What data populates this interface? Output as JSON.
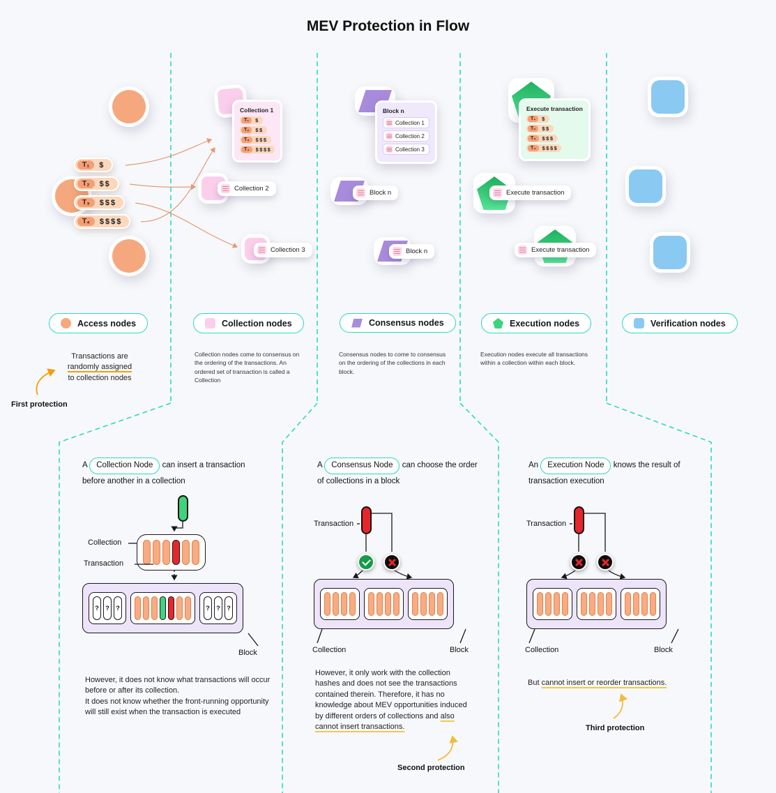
{
  "title": "MEV Protection in Flow",
  "glyphs": {
    "question": "?"
  },
  "colors": {
    "accent_teal": "#2BD9C2",
    "access_orange": "#F5A87E",
    "collection_pink": "#FBCFEC",
    "consensus_purple": "#A98BDB",
    "execution_green": "#3ED47D",
    "verification_blue": "#8AC9F2",
    "transaction_red": "#E8252A",
    "underline_orange": "#F59E0B",
    "underline_yellow": "#F2C94C"
  },
  "transactions": [
    {
      "label": "T₁",
      "amount": "$"
    },
    {
      "label": "T₂",
      "amount": "$$"
    },
    {
      "label": "T₃",
      "amount": "$$$"
    },
    {
      "label": "T₄",
      "amount": "$$$$"
    }
  ],
  "top": {
    "access": {
      "legend": "Access nodes",
      "desc_line1": "Transactions are",
      "desc_line2": "randomly assigned",
      "desc_line3": "to collection nodes",
      "protection": "First protection"
    },
    "collection": {
      "legend": "Collection nodes",
      "card_title": "Collection 1",
      "pill2": "Collection 2",
      "pill3": "Collection 3",
      "description": "Collection nodes come to consensus on the ordering of the transactions. An ordered set of transaction is called a Collection"
    },
    "consensus": {
      "legend": "Consensus nodes",
      "card_title": "Block n",
      "card_rows": [
        "Collection 1",
        "Collection 2",
        "Collection 3"
      ],
      "pill2": "Block n",
      "pill3": "Block n",
      "description": "Consensus nodes to come to consensus on the ordering of the collections in each block."
    },
    "execution": {
      "legend": "Execution nodes",
      "card_title": "Execute transaction",
      "pill2": "Execute transaction",
      "pill3": "Execute transaction",
      "description": "Execution nodes execute all transactions within a collection within each block."
    },
    "verification": {
      "legend": "Verification nodes"
    }
  },
  "bottom": {
    "panel1": {
      "heading_prefix": "A",
      "node_chip": "Collection Node",
      "heading_suffix": "can insert a transaction before another in a collection",
      "collection_label": "Collection",
      "transaction_label": "Transaction",
      "block_label": "Block",
      "body_line1": "However, it does not know what transactions will occur before or after its collection.",
      "body_line2": "It does not know whether the front-running opportunity will still exist when the transaction is executed"
    },
    "panel2": {
      "heading_prefix": "A",
      "node_chip": "Consensus Node",
      "heading_suffix": "can choose the order of collections in a block",
      "transaction_label": "Transaction",
      "collection_label": "Collection",
      "block_label": "Block",
      "body_prefix": "However, it only work with the collection hashes and does not see the transactions contained therein. Therefore, it has no knowledge about MEV opportunities induced by different orders of collections and ",
      "body_underlined": "also cannot insert transactions.",
      "protection": "Second protection"
    },
    "panel3": {
      "heading_prefix": "An",
      "node_chip": "Execution Node",
      "heading_suffix": "knows the result of transaction execution",
      "transaction_label": "Transaction",
      "collection_label": "Collection",
      "block_label": "Block",
      "body_prefix": "But ",
      "body_underlined": "cannot insert or reorder transactions.",
      "protection": "Third protection"
    }
  }
}
